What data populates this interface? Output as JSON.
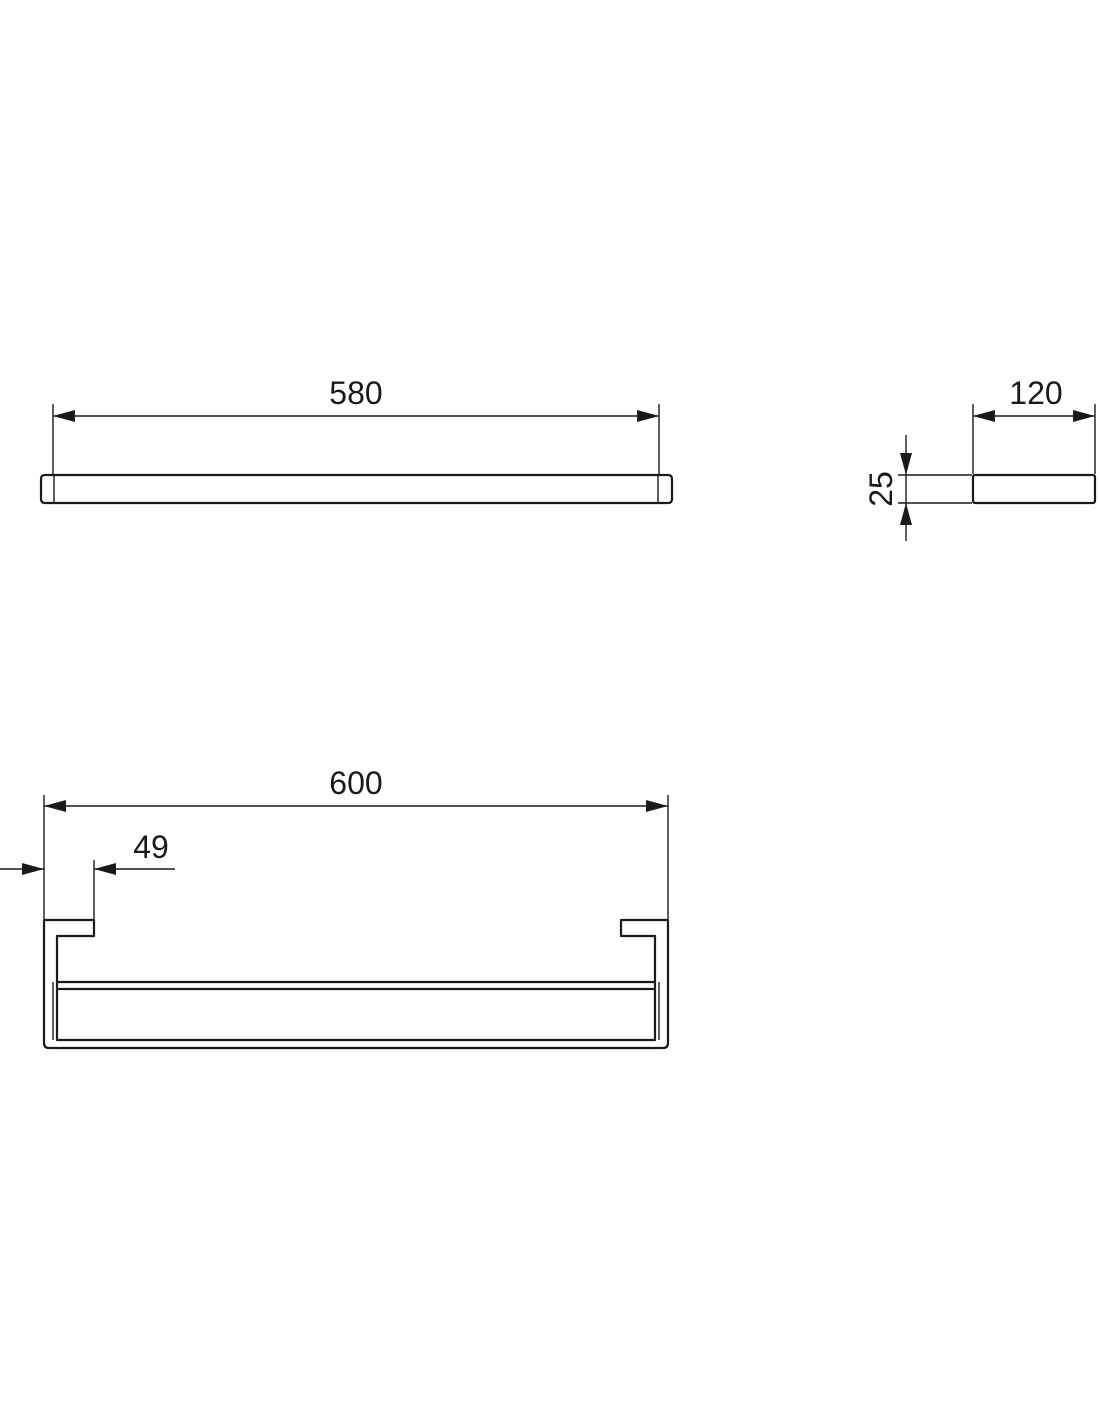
{
  "dimensions": {
    "top_view_length": "580",
    "side_view_depth": "120",
    "side_view_height": "25",
    "front_view_length": "600",
    "bracket_offset": "49"
  },
  "colors": {
    "line": "#1a1a1a",
    "background": "#ffffff"
  }
}
